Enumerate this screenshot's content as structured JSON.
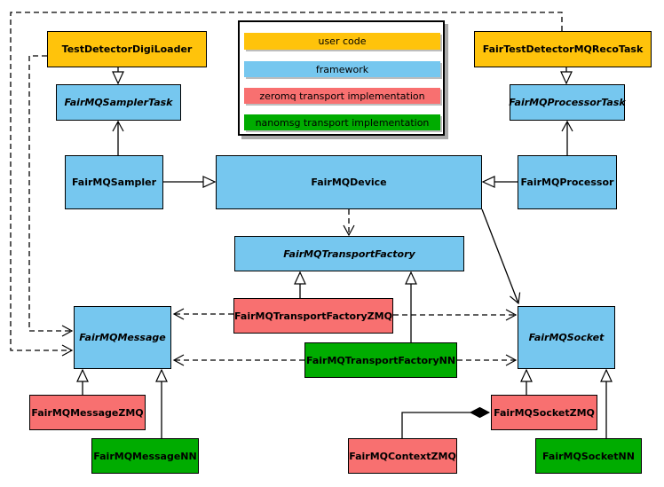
{
  "diagram": {
    "nodes": {
      "TestDetectorDigiLoader": {
        "label": "TestDetectorDigiLoader",
        "category": "user code",
        "abstract": false
      },
      "FairTestDetectorMQRecoTask": {
        "label": "FairTestDetectorMQRecoTask",
        "category": "user code",
        "abstract": false
      },
      "FairMQSamplerTask": {
        "label": "FairMQSamplerTask",
        "category": "framework",
        "abstract": true
      },
      "FairMQProcessorTask": {
        "label": "FairMQProcessorTask",
        "category": "framework",
        "abstract": true
      },
      "FairMQSampler": {
        "label": "FairMQSampler",
        "category": "framework",
        "abstract": false
      },
      "FairMQDevice": {
        "label": "FairMQDevice",
        "category": "framework",
        "abstract": false
      },
      "FairMQProcessor": {
        "label": "FairMQProcessor",
        "category": "framework",
        "abstract": false
      },
      "FairMQTransportFactory": {
        "label": "FairMQTransportFactory",
        "category": "framework",
        "abstract": true
      },
      "FairMQTransportFactoryZMQ": {
        "label": "FairMQTransportFactoryZMQ",
        "category": "zeromq transport implementation",
        "abstract": false
      },
      "FairMQTransportFactoryNN": {
        "label": "FairMQTransportFactoryNN",
        "category": "nanomsg transport implementation",
        "abstract": false
      },
      "FairMQMessage": {
        "label": "FairMQMessage",
        "category": "framework",
        "abstract": true
      },
      "FairMQSocket": {
        "label": "FairMQSocket",
        "category": "framework",
        "abstract": true
      },
      "FairMQMessageZMQ": {
        "label": "FairMQMessageZMQ",
        "category": "zeromq transport implementation",
        "abstract": false
      },
      "FairMQMessageNN": {
        "label": "FairMQMessageNN",
        "category": "nanomsg transport implementation",
        "abstract": false
      },
      "FairMQSocketZMQ": {
        "label": "FairMQSocketZMQ",
        "category": "zeromq transport implementation",
        "abstract": false
      },
      "FairMQSocketNN": {
        "label": "FairMQSocketNN",
        "category": "nanomsg transport implementation",
        "abstract": false
      },
      "FairMQContextZMQ": {
        "label": "FairMQContextZMQ",
        "category": "zeromq transport implementation",
        "abstract": false
      }
    },
    "edges": [
      {
        "from": "TestDetectorDigiLoader",
        "to": "FairMQSamplerTask",
        "relation": "inheritance",
        "line": "solid"
      },
      {
        "from": "FairTestDetectorMQRecoTask",
        "to": "FairMQProcessorTask",
        "relation": "inheritance",
        "line": "solid"
      },
      {
        "from": "FairMQSampler",
        "to": "FairMQDevice",
        "relation": "inheritance",
        "line": "solid"
      },
      {
        "from": "FairMQProcessor",
        "to": "FairMQDevice",
        "relation": "inheritance",
        "line": "solid"
      },
      {
        "from": "FairMQSampler",
        "to": "FairMQSamplerTask",
        "relation": "association",
        "line": "solid"
      },
      {
        "from": "FairMQProcessor",
        "to": "FairMQProcessorTask",
        "relation": "association",
        "line": "solid"
      },
      {
        "from": "FairMQDevice",
        "to": "FairMQTransportFactory",
        "relation": "dependency",
        "line": "dashed"
      },
      {
        "from": "FairMQDevice",
        "to": "FairMQSocket",
        "relation": "association",
        "line": "solid"
      },
      {
        "from": "FairMQTransportFactoryZMQ",
        "to": "FairMQTransportFactory",
        "relation": "inheritance",
        "line": "solid"
      },
      {
        "from": "FairMQTransportFactoryNN",
        "to": "FairMQTransportFactory",
        "relation": "inheritance",
        "line": "solid"
      },
      {
        "from": "FairMQTransportFactoryZMQ",
        "to": "FairMQMessage",
        "relation": "dependency",
        "line": "dashed"
      },
      {
        "from": "FairMQTransportFactoryZMQ",
        "to": "FairMQSocket",
        "relation": "dependency",
        "line": "dashed"
      },
      {
        "from": "FairMQTransportFactoryNN",
        "to": "FairMQMessage",
        "relation": "dependency",
        "line": "dashed"
      },
      {
        "from": "FairMQTransportFactoryNN",
        "to": "FairMQSocket",
        "relation": "dependency",
        "line": "dashed"
      },
      {
        "from": "TestDetectorDigiLoader",
        "to": "FairMQMessage",
        "relation": "dependency",
        "line": "dashed"
      },
      {
        "from": "FairTestDetectorMQRecoTask",
        "to": "FairMQMessage",
        "relation": "dependency",
        "line": "dashed"
      },
      {
        "from": "FairMQMessageZMQ",
        "to": "FairMQMessage",
        "relation": "inheritance",
        "line": "solid"
      },
      {
        "from": "FairMQMessageNN",
        "to": "FairMQMessage",
        "relation": "inheritance",
        "line": "solid"
      },
      {
        "from": "FairMQSocketZMQ",
        "to": "FairMQSocket",
        "relation": "inheritance",
        "line": "solid"
      },
      {
        "from": "FairMQSocketNN",
        "to": "FairMQSocket",
        "relation": "inheritance",
        "line": "solid"
      },
      {
        "from": "FairMQContextZMQ",
        "to": "FairMQSocketZMQ",
        "relation": "composition",
        "line": "solid"
      }
    ],
    "legend": {
      "items": [
        {
          "label": "user code",
          "color": "#FFC30B"
        },
        {
          "label": "framework",
          "color": "#76C7EF"
        },
        {
          "label": "zeromq transport implementation",
          "color": "#F87070"
        },
        {
          "label": "nanomsg transport implementation",
          "color": "#00AC00"
        }
      ]
    },
    "palette": {
      "user_code": "#FFC30B",
      "framework": "#76C7EF",
      "zeromq": "#F87070",
      "nanomsg": "#00AC00",
      "border": "#000000",
      "lines": "#000000",
      "background": "#FFFFFF"
    }
  }
}
